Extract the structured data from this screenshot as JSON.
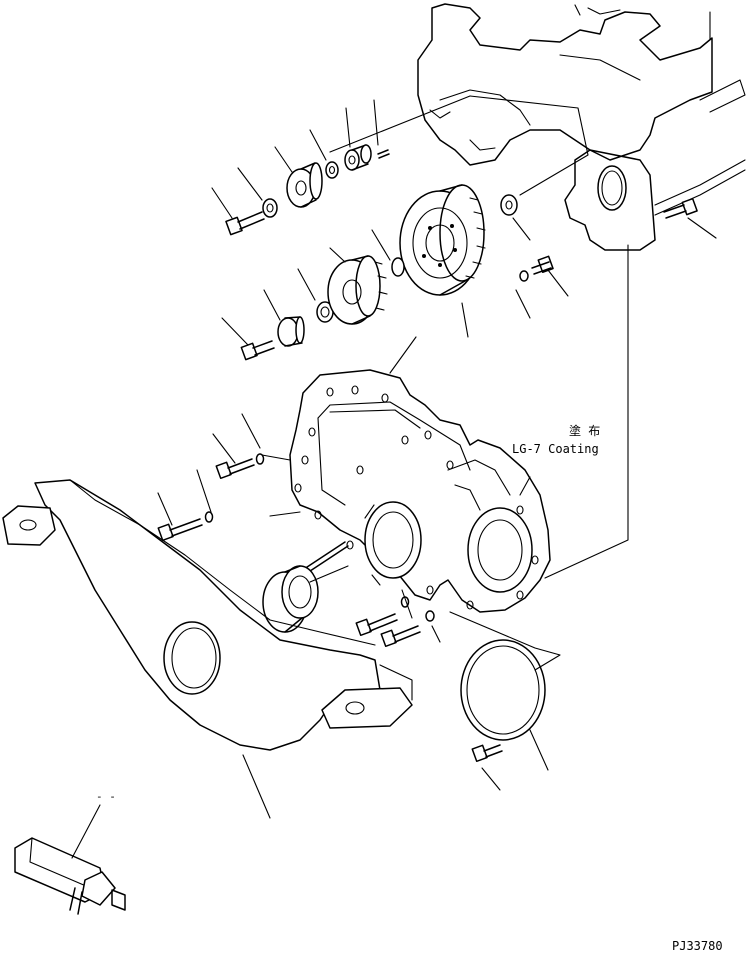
{
  "annotation": {
    "apply_label_jp": "塗 布",
    "apply_label_en": "LG-7 Coating"
  },
  "figure": {
    "code": "PJ33780"
  },
  "dash_mark": "- -"
}
